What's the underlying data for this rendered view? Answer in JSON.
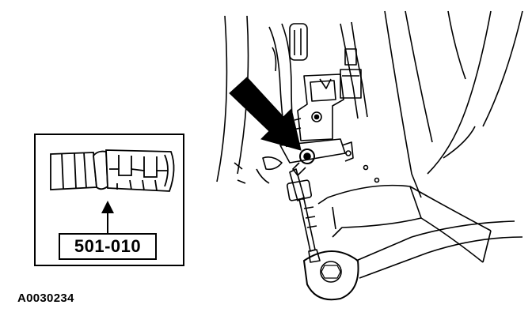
{
  "figure": {
    "tool_number": "501-010",
    "figure_id": "A0030234"
  },
  "icons": {
    "tool": "spline-socket-tool-icon",
    "pointer": "callout-arrow-icon",
    "assembly": "seat-track-bolt-assembly-illustration"
  }
}
